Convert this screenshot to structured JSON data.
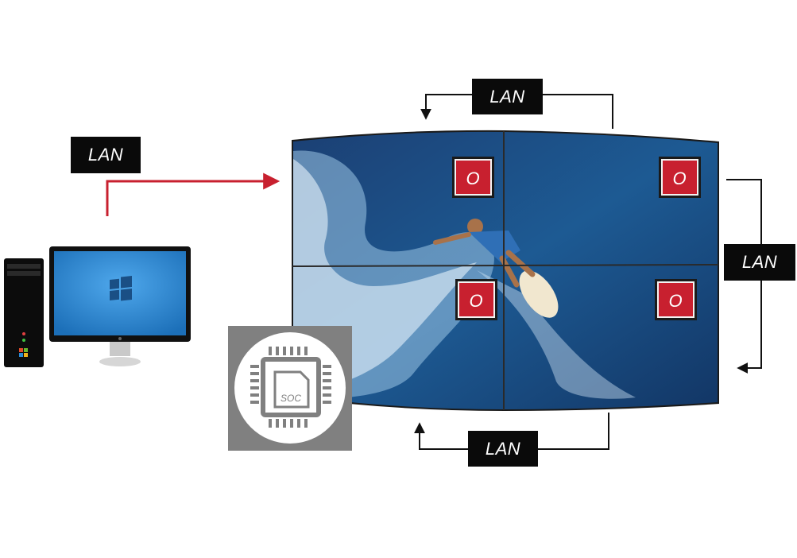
{
  "labels": {
    "lan_pc": "LAN",
    "lan_top": "LAN",
    "lan_right": "LAN",
    "lan_bottom": "LAN",
    "soc": "SOC"
  },
  "panel_badges": [
    {
      "text": "O"
    },
    {
      "text": "O"
    },
    {
      "text": "O"
    },
    {
      "text": "O"
    }
  ],
  "colors": {
    "red_arrow": "#c8202f",
    "black_arrow": "#111111",
    "badge_red": "#c8202f",
    "soc_tile": "#808080",
    "monitor_blue": "#2a8ad6"
  },
  "icons": {
    "pc": "desktop-computer-icon",
    "os_logo": "windows-logo-icon",
    "chip": "soc-chip-icon"
  }
}
